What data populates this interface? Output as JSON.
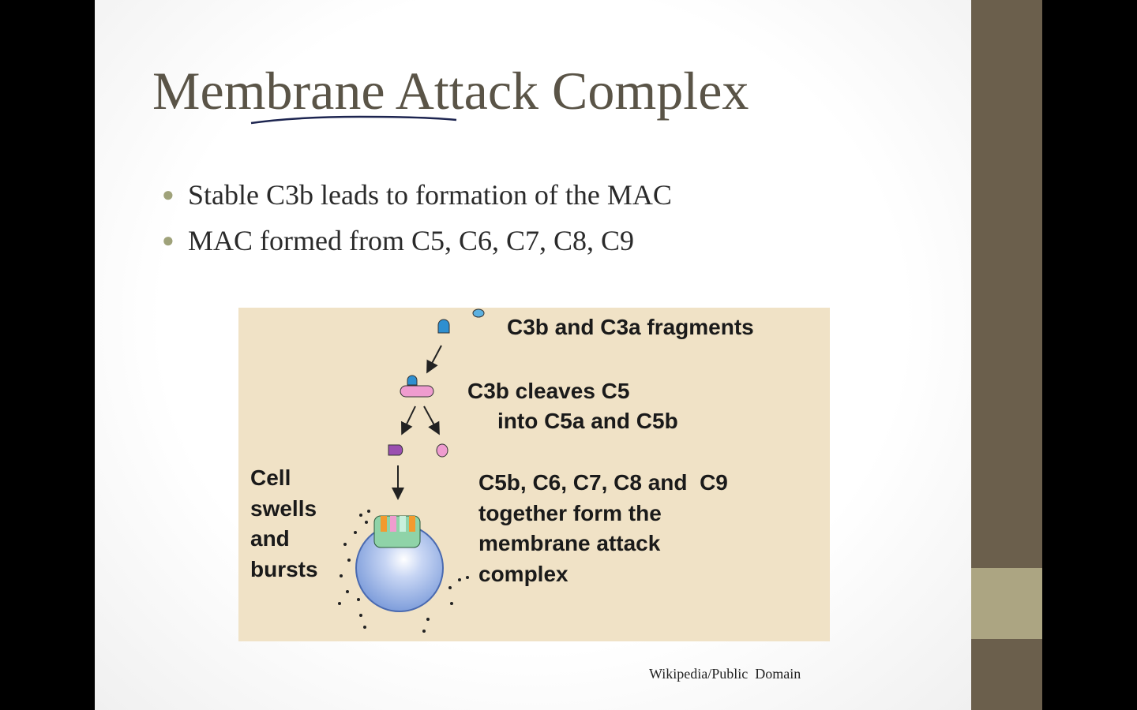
{
  "slide": {
    "title": "Membrane Attack Complex",
    "bullets": [
      "Stable C3b leads to formation of the MAC",
      "MAC formed from C5, C6, C7, C8, C9"
    ],
    "diagram": {
      "label_fragments": "C3b and C3a fragments",
      "label_cleaves_1": "C3b cleaves C5",
      "label_cleaves_2": "into C5a and C5b",
      "label_cell": [
        "Cell",
        "swells",
        "and",
        "bursts"
      ],
      "label_mac": [
        "C5b, C6, C7, C8 and  C9",
        "together form the",
        "membrane attack",
        "complex"
      ]
    },
    "credit": "Wikipedia/Public  Domain"
  },
  "colors": {
    "sidebar": "#6b5f4c",
    "sidebar_accent": "#aca582",
    "diagram_bg": "#f0e2c6",
    "title": "#5a5447"
  }
}
